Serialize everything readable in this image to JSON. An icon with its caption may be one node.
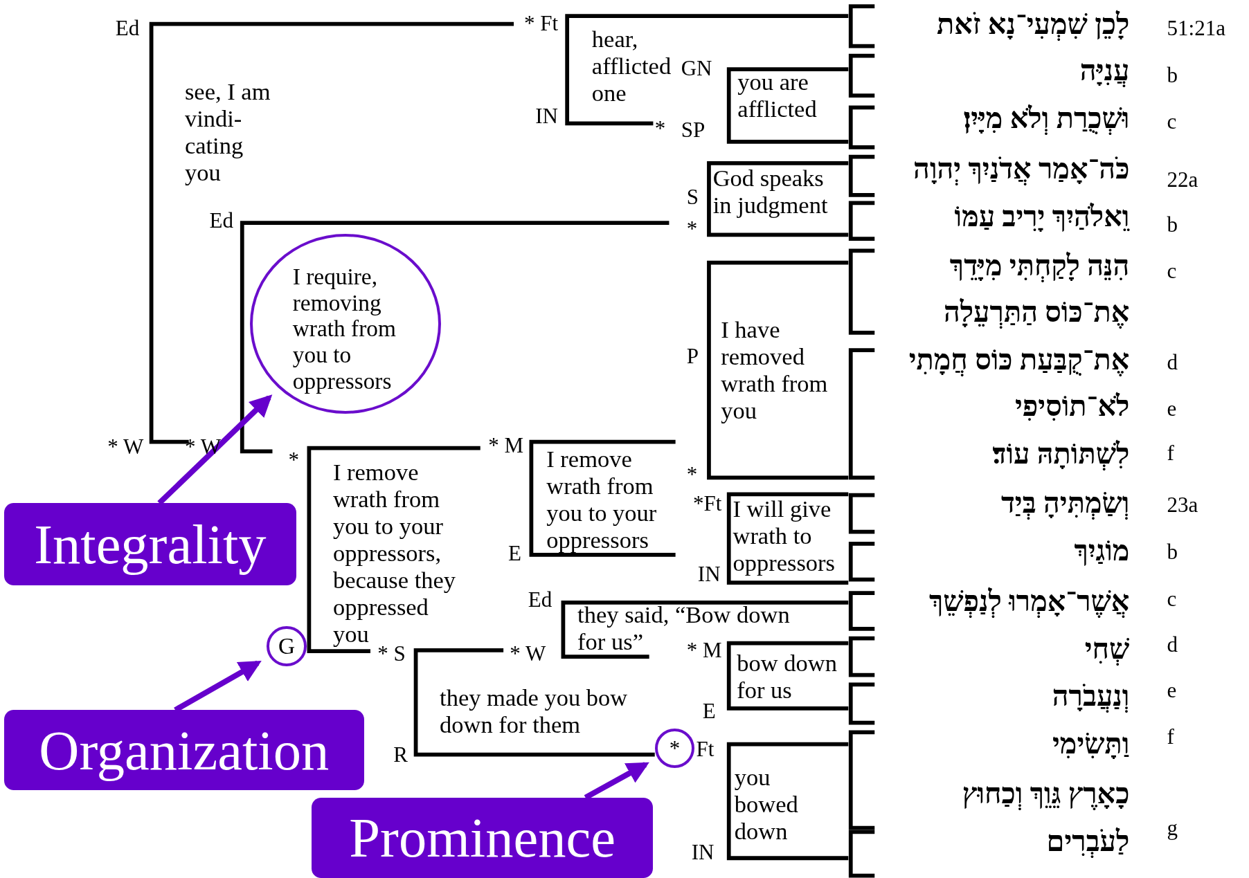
{
  "diagram": {
    "nodes": [
      {
        "text": [
          "I require, removing wrath from you to oppressors"
        ]
      },
      {
        "text": [
          "Integrality"
        ]
      },
      {
        "text": [
          "G"
        ]
      },
      {
        "text": [
          "Organization"
        ]
      },
      {
        "text": [
          "*"
        ]
      },
      {
        "text": [
          "Prominence"
        ]
      }
    ],
    "edges": [
      {
        "from": 1,
        "to": 0,
        "arrow": "to"
      },
      {
        "from": 3,
        "to": 2,
        "arrow": "to"
      },
      {
        "from": 5,
        "to": 4,
        "arrow": "to"
      }
    ],
    "labels": [
      "Ed",
      "* Ft",
      "hear, afflicted one",
      "GN",
      "see, I am vindi- cating you",
      "you are afflicted",
      "IN",
      "*",
      "SP",
      "God speaks in judgment",
      "S",
      "Ed",
      "*",
      "I have removed wrath from you",
      "P",
      "* W",
      "* W",
      "* M",
      "I remove wrath from you to your oppressors",
      "*",
      "I remove wrath from you to your oppressors, because they oppressed you",
      "*",
      "*Ft",
      "I will give wrath to oppressors",
      "E",
      "IN",
      "Ed",
      "they said, “Bow down for us”",
      "* S",
      "* W",
      "* M",
      "bow down for us",
      "they made you bow down for them",
      "E",
      "R",
      "Ft",
      "you bowed down",
      "IN",
      "לָכֵן שִׁמְעִי־נָא זֹאת",
      "51:21a",
      "עֲנִיָּה",
      "b",
      "וּשְׁכֻרַת וְלֹא מִיָּיִן׃",
      "c",
      "כֹּה־אָמַר אֲדֹנַיִךְ יְהוָה",
      "22a",
      "וֵאלֹהַיִךְ יָרִיב עַמּוֹ",
      "b",
      "הִנֵּה לָקַחְתִּי מִיָּדֵךְ",
      "c",
      "אֶת־כּוֹס הַתַּרְעֵלָה",
      "אֶת־קֻבַּעַת כּוֹס חֲמָתִי",
      "d",
      "לֹא־תוֹסִיפִי",
      "e",
      "לִשְׁתּוֹתָהּ עוֹד׃",
      "f",
      "וְשַׂמְתִּיהָ בְּיַד",
      "23a",
      "מוֹגַיִךְ",
      "b",
      "אֲשֶׁר־אָמְרוּ לְנַפְשֵׁךְ",
      "c",
      "שְׁחִי",
      "d",
      "וְנַעֲבֹרָה",
      "e",
      "וַתָּשִׂימִי",
      "f",
      "כָאָרֶץ גֵּוֵךְ וְכַחוּץ",
      "לַעֹבְרִים",
      "g"
    ]
  }
}
